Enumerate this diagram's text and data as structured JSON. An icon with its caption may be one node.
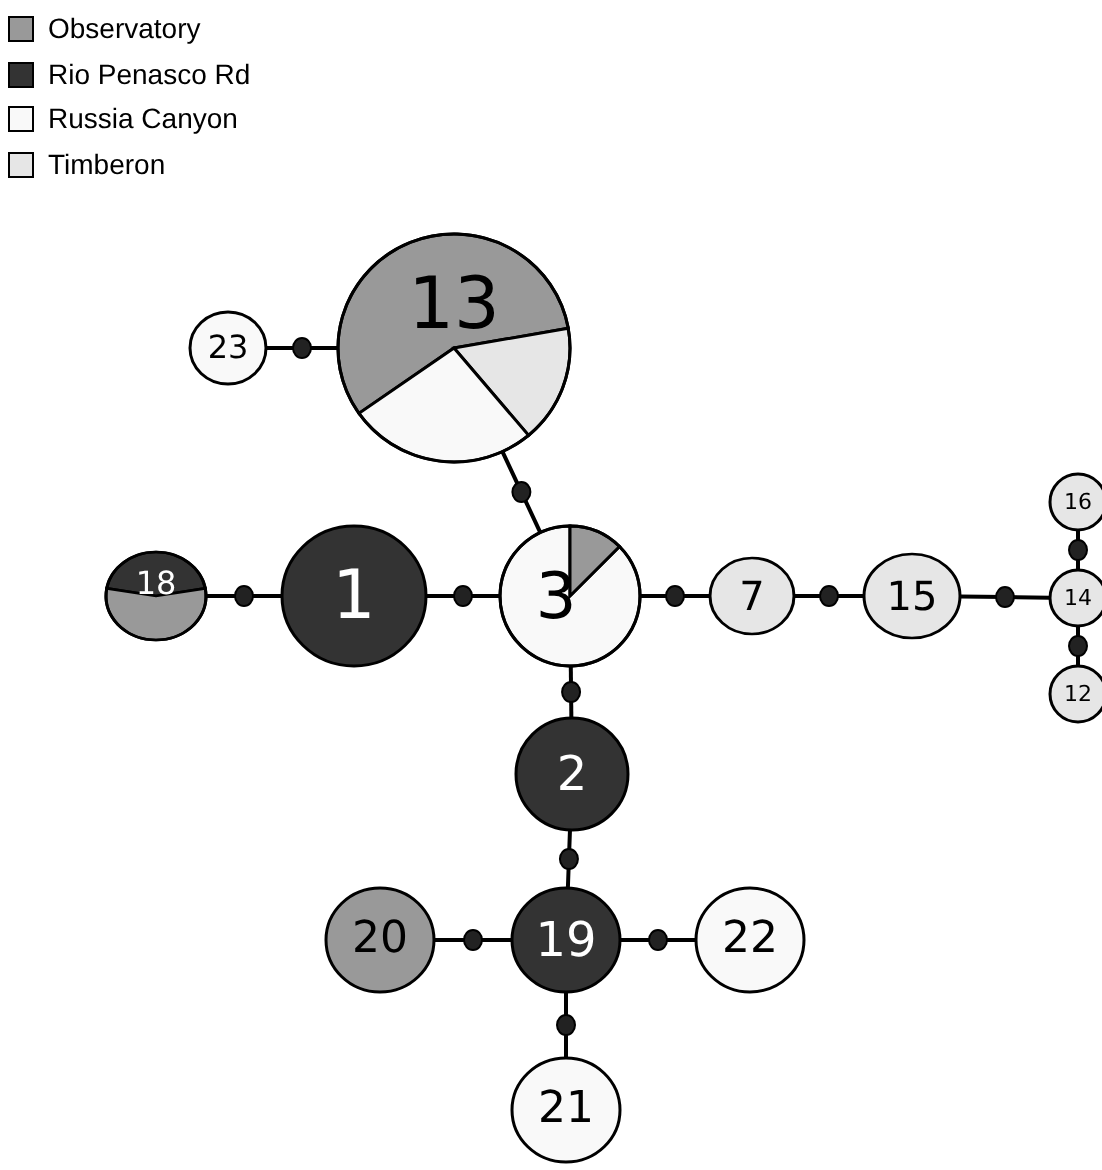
{
  "diagram": {
    "nodes": [
      {
        "text": [
          "23"
        ]
      },
      {
        "text": [
          "13"
        ]
      },
      {
        "text": [
          "18"
        ]
      },
      {
        "text": [
          "1"
        ]
      },
      {
        "text": [
          "3"
        ]
      },
      {
        "text": [
          "7"
        ]
      },
      {
        "text": [
          "15"
        ]
      },
      {
        "text": [
          "16"
        ]
      },
      {
        "text": [
          "14"
        ]
      },
      {
        "text": [
          "12"
        ]
      },
      {
        "text": [
          "2"
        ]
      },
      {
        "text": [
          "20"
        ]
      },
      {
        "text": [
          "19"
        ]
      },
      {
        "text": [
          "22"
        ]
      },
      {
        "text": [
          "21"
        ]
      }
    ],
    "edges": [
      {
        "from": 0,
        "to": 1,
        "arrow": "none"
      },
      {
        "from": 1,
        "to": 4,
        "arrow": "none"
      },
      {
        "from": 2,
        "to": 3,
        "arrow": "none"
      },
      {
        "from": 3,
        "to": 4,
        "arrow": "none"
      },
      {
        "from": 4,
        "to": 5,
        "arrow": "none"
      },
      {
        "from": 5,
        "to": 6,
        "arrow": "none"
      },
      {
        "from": 6,
        "to": 8,
        "arrow": "none"
      },
      {
        "from": 7,
        "to": 8,
        "arrow": "none"
      },
      {
        "from": 8,
        "to": 9,
        "arrow": "none"
      },
      {
        "from": 4,
        "to": 10,
        "arrow": "none"
      },
      {
        "from": 10,
        "to": 12,
        "arrow": "none"
      },
      {
        "from": 11,
        "to": 12,
        "arrow": "none"
      },
      {
        "from": 12,
        "to": 13,
        "arrow": "none"
      },
      {
        "from": 12,
        "to": 14,
        "arrow": "none"
      }
    ],
    "legend": [
      {
        "text": "Observatory",
        "color": "#999999"
      },
      {
        "text": "Rio Penasco Rd",
        "color": "#333333"
      },
      {
        "text": "Russia Canyon",
        "color": "#f9f9f9"
      },
      {
        "text": "Timberon",
        "color": "#e6e6e6"
      }
    ]
  }
}
